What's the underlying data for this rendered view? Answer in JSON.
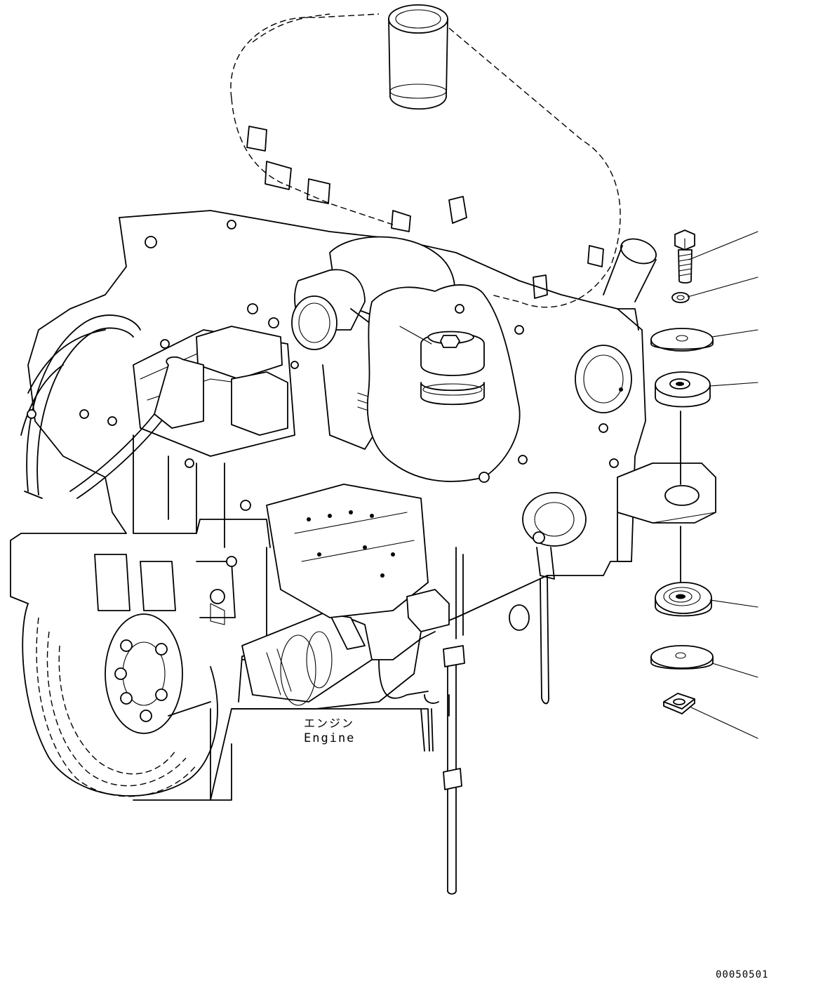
{
  "labels": {
    "engine_jp": "エンジン",
    "engine_en": "Engine",
    "figure_code": "00050501"
  },
  "colors": {
    "line": "#000000",
    "background": "#ffffff"
  }
}
